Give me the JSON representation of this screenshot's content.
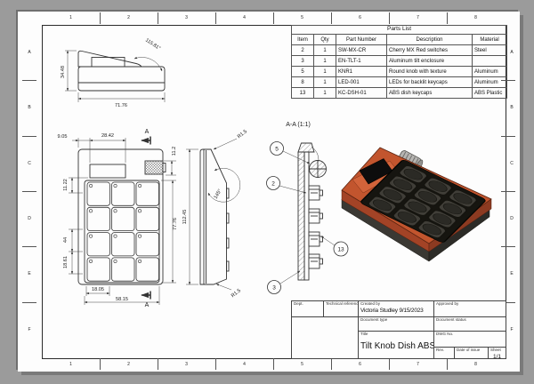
{
  "colors": {
    "backdrop_gray": "#9b9b9b",
    "paper_white": "#fdfdfd",
    "line_black": "#333333",
    "enclosure_orange": "#c2552e",
    "keycap_dark": "#3a3936",
    "base_gray": "#35342f",
    "knob_silver": "#b6b5b2"
  },
  "frame": {
    "columns": [
      "1",
      "2",
      "3",
      "4",
      "5",
      "6",
      "7",
      "8"
    ],
    "rows": [
      "A",
      "B",
      "C",
      "D",
      "E",
      "F"
    ]
  },
  "parts_list": {
    "title": "Parts List",
    "headers": [
      "Item",
      "Qty",
      "Part Number",
      "Description",
      "Material"
    ],
    "rows": [
      [
        "2",
        "1",
        "SW-MX-CR",
        "Cherry MX Red switches",
        "Steel"
      ],
      [
        "3",
        "1",
        "EN-TLT-1",
        "Aluminum tilt enclosure",
        ""
      ],
      [
        "5",
        "1",
        "KNR1",
        "Round knob with texture",
        "Aluminum"
      ],
      [
        "8",
        "1",
        "LED-001",
        "LEDs for backlit keycaps",
        "Aluminum"
      ],
      [
        "13",
        "1",
        "KC-DSH-01",
        "ABS dish keycaps",
        "ABS Plastic"
      ]
    ]
  },
  "title_block": {
    "dept_label": "Dept.",
    "technical_reference_label": "Technical reference",
    "created_by_label": "Created by",
    "created_by_value": "Victoria Studley  9/15/2023",
    "approved_by_label": "Approved by",
    "document_type_label": "Document type",
    "document_status_label": "Document status",
    "title_label": "Title",
    "title_value": "Tilt Knob Dish ABS",
    "dwg_no_label": "DWG No.",
    "rev_label": "Rev.",
    "date_of_issue_label": "Date of issue",
    "sheet_label": "Sheet",
    "sheet_value": "1/1"
  },
  "annotations": {
    "side_view": {
      "height": "34.48",
      "width": "71.76",
      "angle": "115.81°"
    },
    "front_view": {
      "edge_offset": "9.05",
      "screen_width": "28.42",
      "knob_height": "11.2",
      "screen_to_grid": "11.22",
      "row_span": "44",
      "key_pitch": "18.61",
      "grid_height": "77.76",
      "key_width": "18.05",
      "grid_width": "58.15",
      "section_label": "A"
    },
    "profile_view": {
      "height": "112.45",
      "radius_top": "R1.5",
      "tilt_angle": "145°",
      "radius_bottom": "R1.5"
    },
    "section_view": {
      "title": "A-A (1:1)",
      "balloon_knob": "5",
      "balloon_switch": "2",
      "balloon_keycap": "13",
      "balloon_enclosure": "3"
    }
  }
}
